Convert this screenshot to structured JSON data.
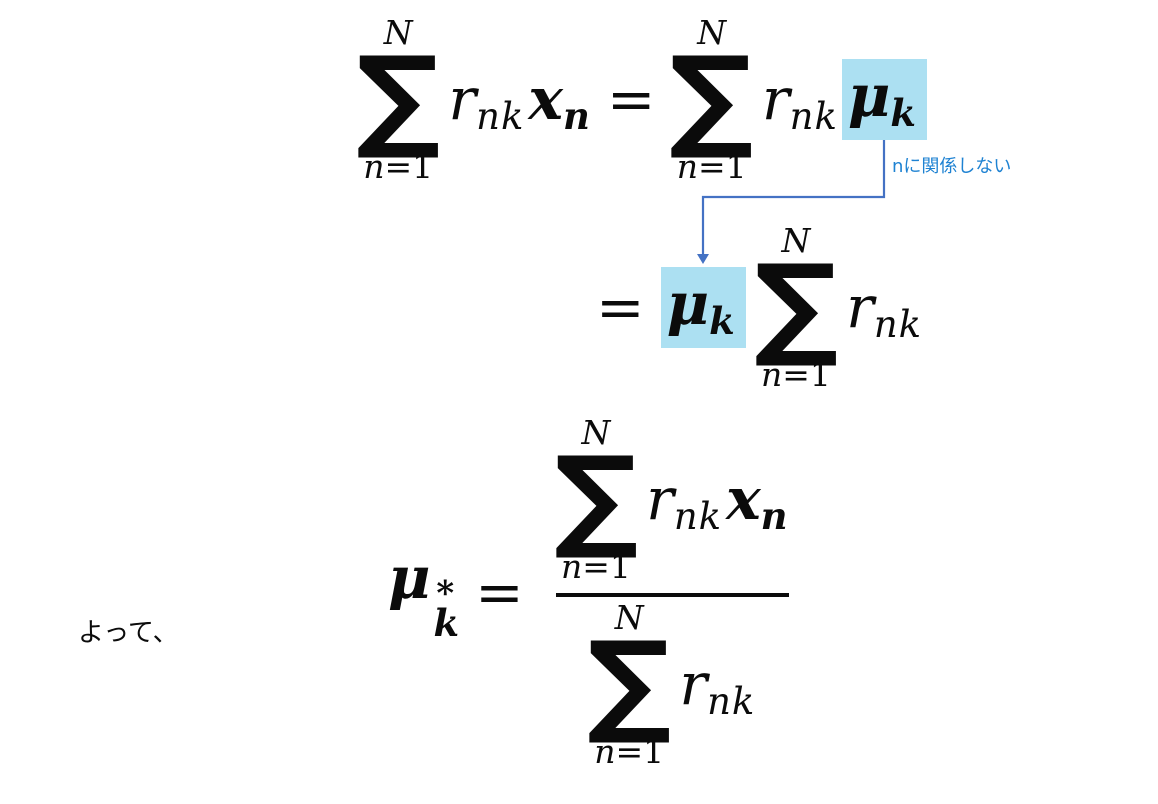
{
  "colors": {
    "bg": "#ffffff",
    "ink": "#0b0b0b",
    "highlight": "#ace0f2",
    "arrow": "#4472c4",
    "annotation": "#1e82d2"
  },
  "annotation": {
    "text": "nに関係しない"
  },
  "caption": {
    "text": "よって、"
  },
  "math": {
    "sigma": "∑",
    "upper": "N",
    "lowerVar": "n",
    "lowerRest": "=1",
    "equals": "=",
    "r": "r",
    "rSub": "nk",
    "x": "x",
    "xSub": "n",
    "mu": "μ",
    "muSub": "k",
    "star": "∗"
  },
  "formulas": {
    "step1": "Σ_{n=1}^{N} r_{nk} x_n = Σ_{n=1}^{N} r_{nk} μ_k",
    "step2": "= μ_k Σ_{n=1}^{N} r_{nk}",
    "final": "μ*_k = ( Σ_{n=1}^{N} r_{nk} x_n ) / ( Σ_{n=1}^{N} r_{nk} )"
  }
}
